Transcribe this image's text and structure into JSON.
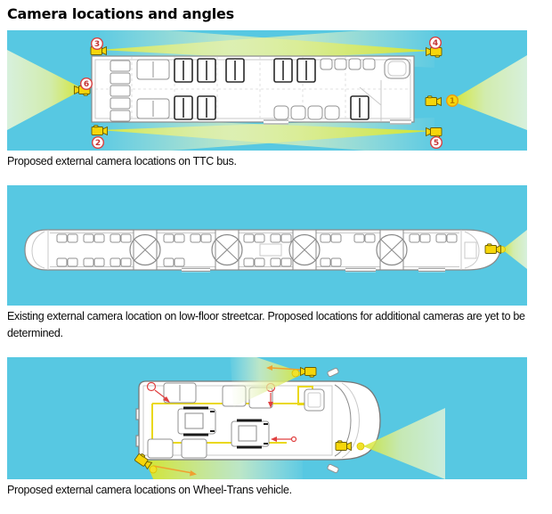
{
  "title": "Camera locations and angles",
  "palette": {
    "background": "#ffffff",
    "panel_background": "#57c8e2",
    "cone_bright": "#d9e626",
    "cone_pale": "#eef7db",
    "camera_body_yellow": "#f6d60a",
    "badge_ring_red": "#d84040",
    "badge_number_red": "#c43333",
    "camera1_badge_fill": "#f6d60a",
    "camera1_badge_ring": "#e89b12",
    "drawing_line_gray": "#8a8a8a",
    "annotation_red": "#e04040",
    "annotation_orange": "#f0a030",
    "floor_marking_yellow": "#ead816"
  },
  "panels": [
    {
      "vehicle": "TTC bus",
      "caption": "Proposed external camera locations on TTC bus.",
      "cameras": [
        {
          "number": "1",
          "location": "right end centre, aimed right"
        },
        {
          "number": "2",
          "location": "bottom-left corner, aimed right along bottom side"
        },
        {
          "number": "3",
          "location": "top-left corner, aimed right along top side"
        },
        {
          "number": "4",
          "location": "top-right corner, aimed left along top side"
        },
        {
          "number": "5",
          "location": "bottom-right corner, aimed left along bottom side"
        },
        {
          "number": "6",
          "location": "left end centre, aimed left"
        }
      ]
    },
    {
      "vehicle": "low-floor streetcar",
      "caption": "Existing external camera location on low-floor streetcar. Proposed locations for additional cameras are yet to be determined.",
      "cameras": [
        {
          "number": "",
          "location": "right end nose, aimed right"
        }
      ]
    },
    {
      "vehicle": "Wheel-Trans vehicle",
      "caption": "Proposed external camera locations on Wheel-Trans vehicle.",
      "cameras": [
        {
          "number": "",
          "location": "top edge beside cab, aimed upper-left"
        },
        {
          "number": "",
          "location": "bottom-left corner, aimed lower-right"
        },
        {
          "number": "",
          "location": "front centre, aimed right"
        }
      ]
    }
  ]
}
